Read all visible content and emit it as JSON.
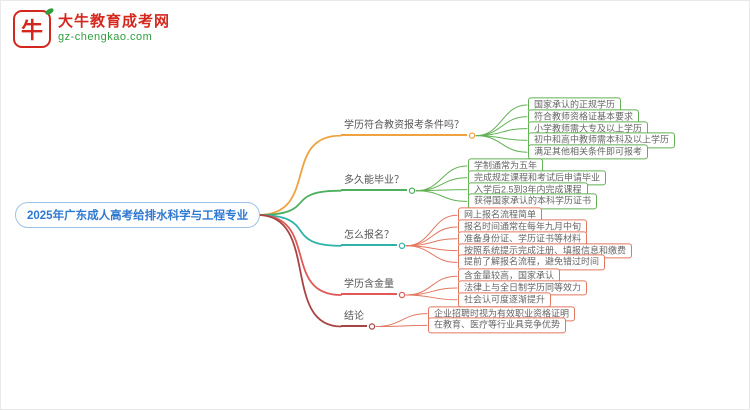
{
  "logo": {
    "title": "大牛教育成考网",
    "url": "gz-chengkao.com",
    "icon_char": "牛",
    "brand_color": "#d4281f",
    "url_color": "#2f9e3f"
  },
  "central": {
    "label": "2025年广东成人高考给排水科学与工程专业",
    "text_color": "#2e79d2",
    "border_color": "#9fc2e8"
  },
  "branches": [
    {
      "label": "学历符合教资报考条件吗？",
      "color": "#efa23f",
      "child_color": "#62b154",
      "children": [
        "国家承认的正规学历",
        "符合教师资格证基本要求",
        "小学教师需大专及以上学历",
        "初中和高中教师需本科及以上学历",
        "满足其他相关条件即可报考"
      ]
    },
    {
      "label": "多久能毕业？",
      "color": "#4eb05e",
      "child_color": "#62b154",
      "children": [
        "学制通常为五年",
        "完成规定课程和考试后申请毕业",
        "入学后2.5到3年内完成课程",
        "获得国家承认的本科学历证书"
      ]
    },
    {
      "label": "怎么报名？",
      "color": "#2fb3a9",
      "child_color": "#e2775f",
      "children": [
        "网上报名流程简单",
        "报名时间通常在每年九月中旬",
        "准备身份证、学历证书等材料",
        "按照系统提示完成注册、填报信息和缴费",
        "提前了解报名流程，避免错过时间"
      ]
    },
    {
      "label": "学历含金量",
      "color": "#e05858",
      "child_color": "#e2775f",
      "children": [
        "含金量较高，国家承认",
        "法律上与全日制学历同等效力",
        "社会认可度逐渐提升"
      ]
    },
    {
      "label": "结论",
      "color": "#a84444",
      "child_color": "#e2775f",
      "children": [
        "企业招聘时视为有效职业资格证明",
        "在教育、医疗等行业具竞争优势"
      ]
    }
  ]
}
